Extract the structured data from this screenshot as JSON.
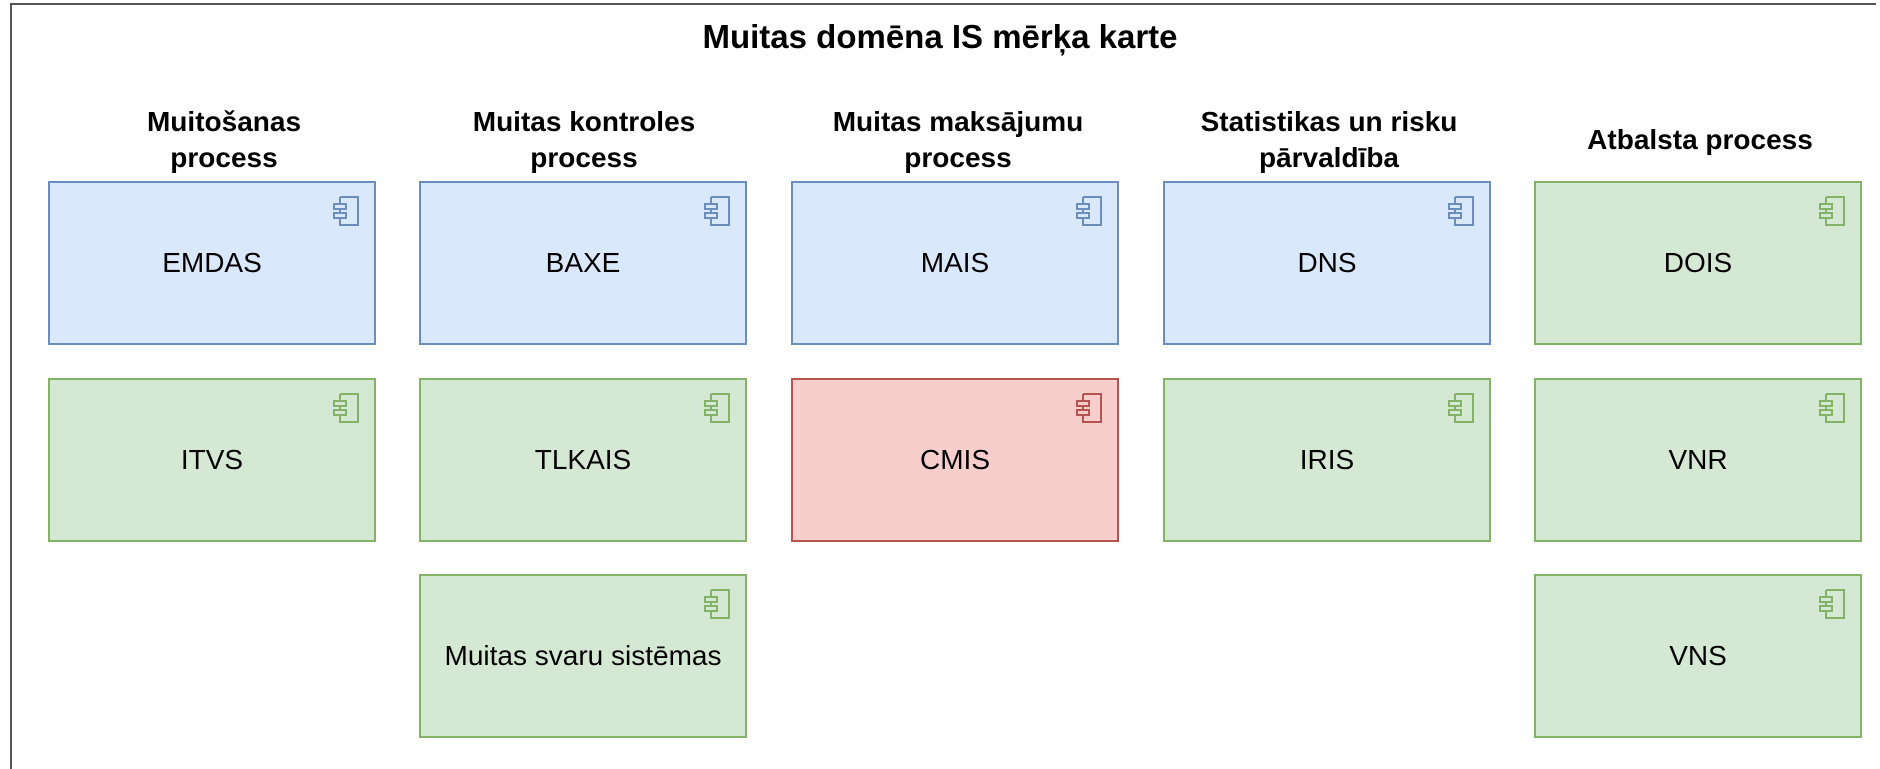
{
  "title": "Muitas domēna IS mērķa karte",
  "colors": {
    "blue_fill": "#dae8fc",
    "blue_stroke": "#6c8ebf",
    "green_fill": "#d5e8d4",
    "green_stroke": "#82b366",
    "red_fill": "#f8cecc",
    "red_stroke": "#b85450"
  },
  "columns": [
    {
      "header": [
        "Muitošanas",
        "process"
      ],
      "components": [
        {
          "name": "EMDAS",
          "style": "blue",
          "icon": "component-icon"
        },
        {
          "name": "ITVS",
          "style": "green",
          "icon": "component-icon"
        }
      ]
    },
    {
      "header": [
        "Muitas kontroles",
        "process"
      ],
      "components": [
        {
          "name": "BAXE",
          "style": "blue",
          "icon": "component-icon"
        },
        {
          "name": "TLKAIS",
          "style": "green",
          "icon": "component-icon"
        },
        {
          "name": "Muitas svaru sistēmas",
          "style": "green",
          "icon": "component-icon"
        }
      ]
    },
    {
      "header": [
        "Muitas maksājumu",
        "process"
      ],
      "components": [
        {
          "name": "MAIS",
          "style": "blue",
          "icon": "component-icon"
        },
        {
          "name": "CMIS",
          "style": "red",
          "icon": "component-icon"
        }
      ]
    },
    {
      "header": [
        "Statistikas un risku",
        "pārvaldība"
      ],
      "components": [
        {
          "name": "DNS",
          "style": "blue",
          "icon": "component-icon"
        },
        {
          "name": "IRIS",
          "style": "green",
          "icon": "component-icon"
        }
      ]
    },
    {
      "header": [
        "Atbalsta process"
      ],
      "components": [
        {
          "name": "DOIS",
          "style": "green",
          "icon": "component-icon"
        },
        {
          "name": "VNR",
          "style": "green",
          "icon": "component-icon"
        },
        {
          "name": "VNS",
          "style": "green",
          "icon": "component-icon"
        }
      ]
    }
  ]
}
